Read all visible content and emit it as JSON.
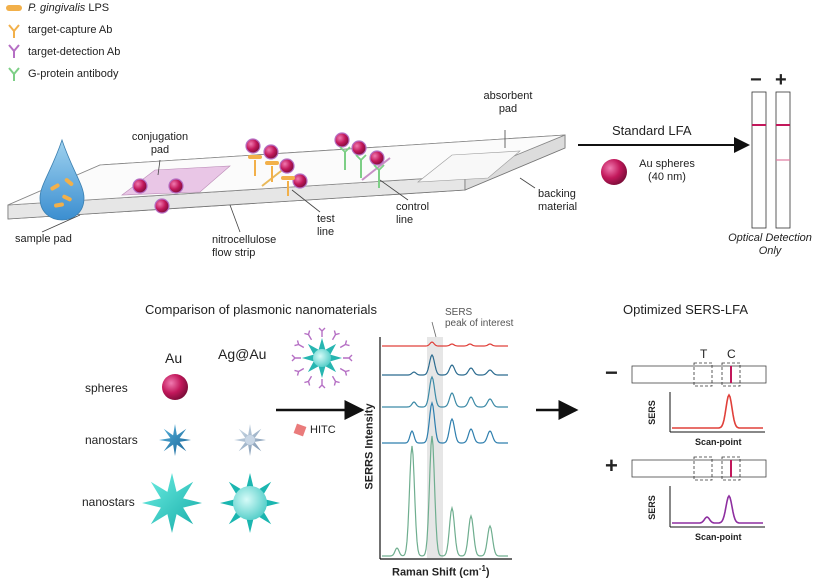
{
  "legend": {
    "items": [
      {
        "italic": "P. gingivalis",
        "rest": " LPS",
        "color": "#f2b04a"
      },
      {
        "italic": "",
        "rest": "target-capture Ab",
        "color": "#f2b04a"
      },
      {
        "italic": "",
        "rest": "target-detection Ab",
        "color": "#b56fc4"
      },
      {
        "italic": "",
        "rest": "G-protein antibody",
        "color": "#7dcf86"
      }
    ]
  },
  "strip": {
    "sample_pad": "sample pad",
    "conjugation_pad": [
      "conjugation",
      "pad"
    ],
    "nitrocellulose": [
      "nitrocellulose",
      "flow strip"
    ],
    "test_line": [
      "test",
      "line"
    ],
    "control_line": [
      "control",
      "line"
    ],
    "absorbent_pad": [
      "absorbent",
      "pad"
    ],
    "backing_material": [
      "backing",
      "material"
    ]
  },
  "standard_lfa": {
    "title": "Standard LFA",
    "au_label": [
      "Au spheres",
      "(40 nm)"
    ],
    "minus": "−",
    "plus": "+",
    "caption": [
      "Optical Detection",
      "Only"
    ]
  },
  "comparison": {
    "title": "Comparison of plasmonic nanomaterials",
    "col_au": "Au",
    "col_agau": "Ag@Au",
    "rows": [
      "spheres",
      "nanostars",
      "nanostars"
    ],
    "hitc": "HITC"
  },
  "serrs": {
    "peak_label": [
      "SERS",
      "peak of interest"
    ],
    "ylabel": "SERRS Intensity",
    "xlabel_main": "Raman Shift (cm",
    "xlabel_sup": "-1",
    "xlabel_end": ")"
  },
  "optimized": {
    "title": "Optimized SERS-LFA",
    "t": "T",
    "c": "C",
    "minus": "−",
    "plus": "+",
    "ylabel": "SERS",
    "xlabel": "Scan-point"
  },
  "colors": {
    "magenta": "#c2185b",
    "gold": "#f2b04a",
    "purple": "#b56fc4",
    "green": "#7dcf86",
    "teal": "#1f8fa8",
    "red_trace": "#e0403a",
    "purple_trace": "#8e2fa0"
  }
}
